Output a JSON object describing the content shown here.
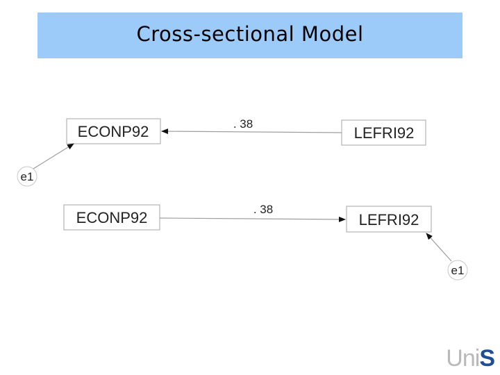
{
  "title": "Cross-sectional Model",
  "model1": {
    "left_node": "ECONP92",
    "right_node": "LEFRI92",
    "path_coef": ". 38",
    "error_label": "e1"
  },
  "model2": {
    "left_node": "ECONP92",
    "right_node": "LEFRI92",
    "path_coef": ". 38",
    "error_label": "e1"
  },
  "logo": {
    "light": "Uni",
    "bold": "S"
  },
  "colors": {
    "title_bar": "#9ccbfa",
    "logo_accent": "#1f4e96"
  }
}
